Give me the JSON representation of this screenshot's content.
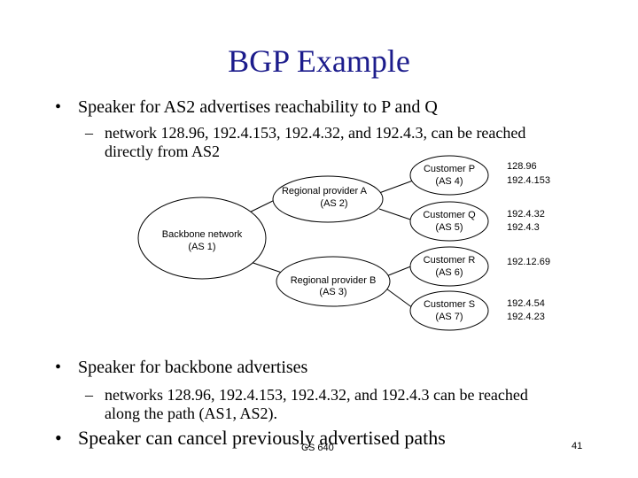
{
  "title": "BGP Example",
  "bullet1": "Speaker for AS2 advertises reachability to P and Q",
  "sub1_line1": "network 128.96, 192.4.153, 192.4.32, and 192.4.3, can be reached",
  "sub1_line2": "directly from AS2",
  "diagram": {
    "backbone": [
      "Backbone network",
      "(AS 1)"
    ],
    "provider_a": [
      "Regional provider A",
      "(AS 2)"
    ],
    "provider_b": [
      "Regional provider B",
      "(AS 3)"
    ],
    "customers": [
      {
        "label": [
          "Customer P",
          "(AS 4)"
        ],
        "networks": [
          "128.96",
          "192.4.153"
        ]
      },
      {
        "label": [
          "Customer Q",
          "(AS 5)"
        ],
        "networks": [
          "192.4.32",
          "192.4.3"
        ]
      },
      {
        "label": [
          "Customer R",
          "(AS 6)"
        ],
        "networks": [
          "192.12.69"
        ]
      },
      {
        "label": [
          "Customer S",
          "(AS 7)"
        ],
        "networks": [
          "192.4.54",
          "192.4.23"
        ]
      }
    ]
  },
  "bullet2": "Speaker for backbone advertises",
  "sub2_line1": "networks 128.96, 192.4.153, 192.4.32, and 192.4.3 can be reached",
  "sub2_line2": "along the path (AS1, AS2).",
  "bullet3": "Speaker can cancel previously advertised paths",
  "footer_course": "CS 640",
  "page_number": "41",
  "bullet_symbol": "•",
  "dash_symbol": "–"
}
